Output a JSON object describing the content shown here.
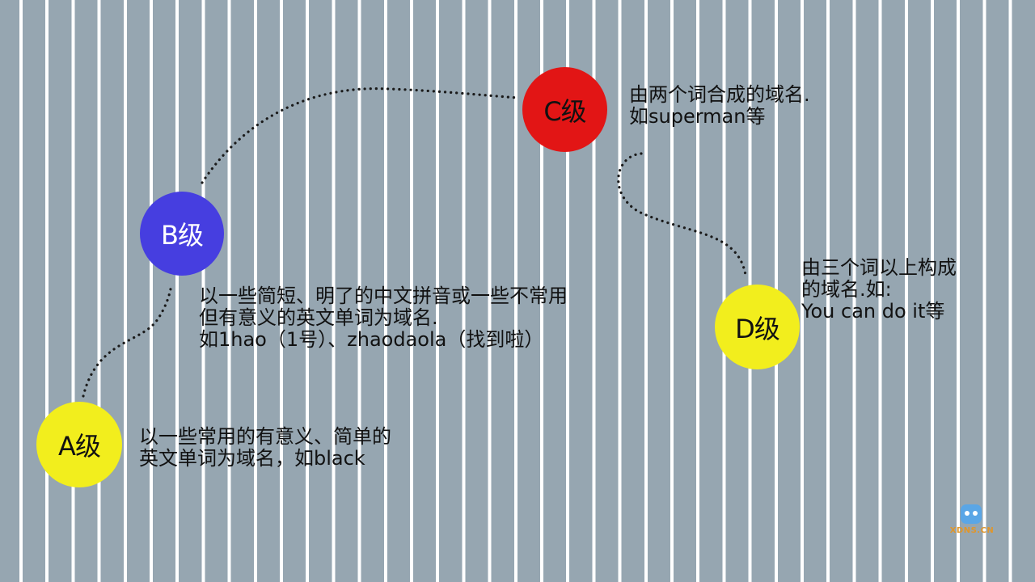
{
  "nodes": {
    "a": {
      "label": "A级",
      "color": "#f2ee1d",
      "text_color": "#111111"
    },
    "b": {
      "label": "B级",
      "color": "#463ee0",
      "text_color": "#ffffff"
    },
    "c": {
      "label": "C级",
      "color": "#e21515",
      "text_color": "#111111"
    },
    "d": {
      "label": "D级",
      "color": "#f2ee1d",
      "text_color": "#111111"
    }
  },
  "descriptions": {
    "a": [
      "以一些常用的有意义、简单的",
      "英文单词为域名，如black"
    ],
    "b": [
      "以一些简短、明了的中文拼音或一些不常用",
      "但有意义的英文单词为域名.",
      "如1hao（1号）、zhaodaola（找到啦）"
    ],
    "c": [
      "由两个词合成的域名.",
      "如superman等"
    ],
    "d": [
      "由三个词以上构成",
      "的域名.如:",
      "You can do it等"
    ]
  },
  "logo": {
    "text": "XDNS.CN",
    "icon": "robot-icon"
  }
}
